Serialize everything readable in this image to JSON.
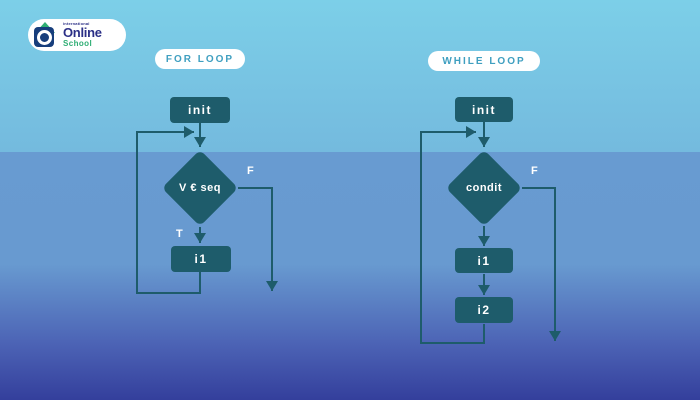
{
  "logo": {
    "tagline": "international",
    "brand": "Online",
    "sub": "School"
  },
  "for_loop": {
    "title": "FOR LOOP",
    "nodes": {
      "init": "init",
      "condition": "V € seq",
      "body": "i1"
    },
    "labels": {
      "true": "T",
      "false": "F"
    }
  },
  "while_loop": {
    "title": "WHILE LOOP",
    "nodes": {
      "init": "init",
      "condition": "condit",
      "body1": "i1",
      "body2": "i2"
    },
    "labels": {
      "false": "F"
    }
  },
  "colors": {
    "node_teal": "#1e5c6b",
    "title_teal": "#3f9fc0",
    "bg_top": "#7ccfe8",
    "bg_bottom": "#343f9c",
    "logo_navy": "#2b2f86",
    "logo_green": "#2fae74"
  }
}
